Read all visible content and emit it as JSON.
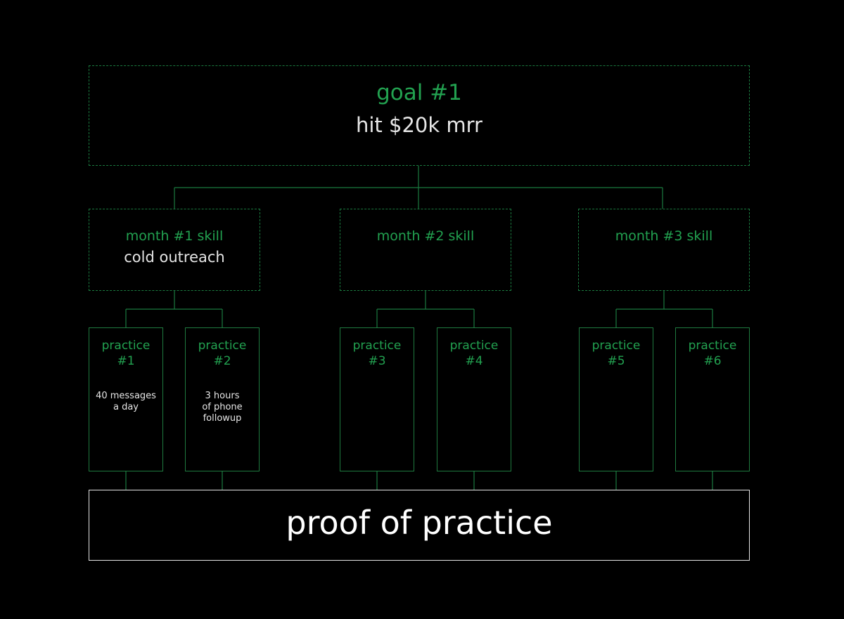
{
  "goal": {
    "title": "goal #1",
    "text": "hit $20k mrr"
  },
  "months": [
    {
      "title": "month #1 skill",
      "skill": "cold outreach"
    },
    {
      "title": "month #2 skill",
      "skill": ""
    },
    {
      "title": "month #3 skill",
      "skill": ""
    }
  ],
  "practices": [
    {
      "title": "practice\n#1",
      "desc": "40 messages\na day"
    },
    {
      "title": "practice\n#2",
      "desc": "3 hours\nof phone\nfollowup"
    },
    {
      "title": "practice\n#3",
      "desc": ""
    },
    {
      "title": "practice\n#4",
      "desc": ""
    },
    {
      "title": "practice\n#5",
      "desc": ""
    },
    {
      "title": "practice\n#6",
      "desc": ""
    }
  ],
  "proof": {
    "text": "proof of practice"
  },
  "colors": {
    "accent": "#22a150",
    "border": "#1a7a3f",
    "text": "#e6e6e6",
    "background": "#000000"
  }
}
